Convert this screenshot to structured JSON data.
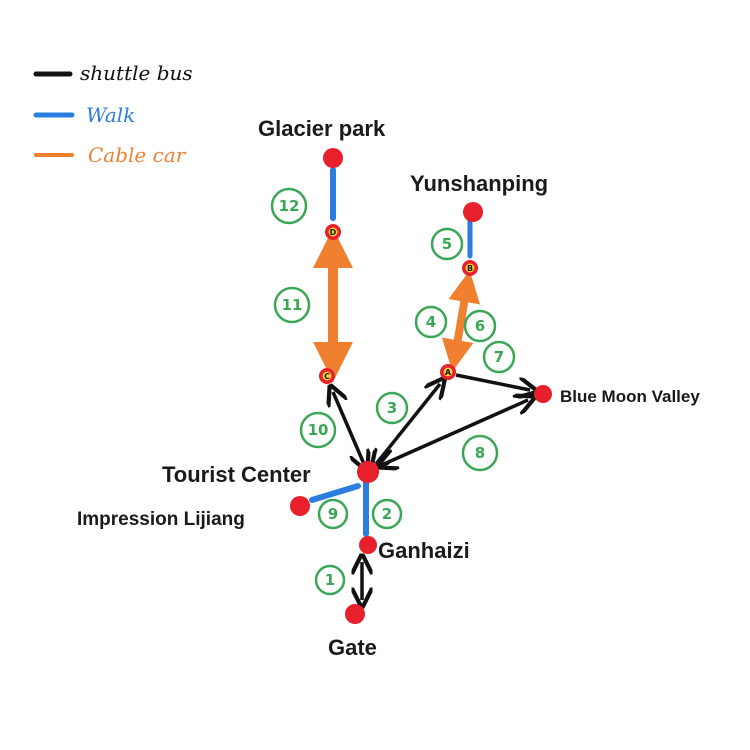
{
  "legend": [
    {
      "label": "shuttle bus",
      "color": "#111111"
    },
    {
      "label": "Walk",
      "color": "#2b7de0"
    },
    {
      "label": "Cable car",
      "color": "#f08030"
    }
  ],
  "places": {
    "glacier_park": "Glacier park",
    "yunshanping": "Yunshanping",
    "blue_moon_valley": "Blue Moon Valley",
    "tourist_center": "Tourist Center",
    "impression_lijiang": "Impression Lijiang",
    "ganhaizi": "Ganhaizi",
    "gate": "Gate"
  },
  "stops": {
    "a": "A",
    "b": "B",
    "c": "C",
    "d": "D"
  },
  "route_numbers": [
    "1",
    "2",
    "3",
    "4",
    "5",
    "6",
    "7",
    "8",
    "9",
    "10",
    "11",
    "12"
  ],
  "colors": {
    "marker": "#e8202c",
    "route_number": "#3aa757",
    "shuttle": "#111111",
    "walk": "#2b7de0",
    "cable": "#f08030",
    "stop_fill": "#f5d130"
  }
}
